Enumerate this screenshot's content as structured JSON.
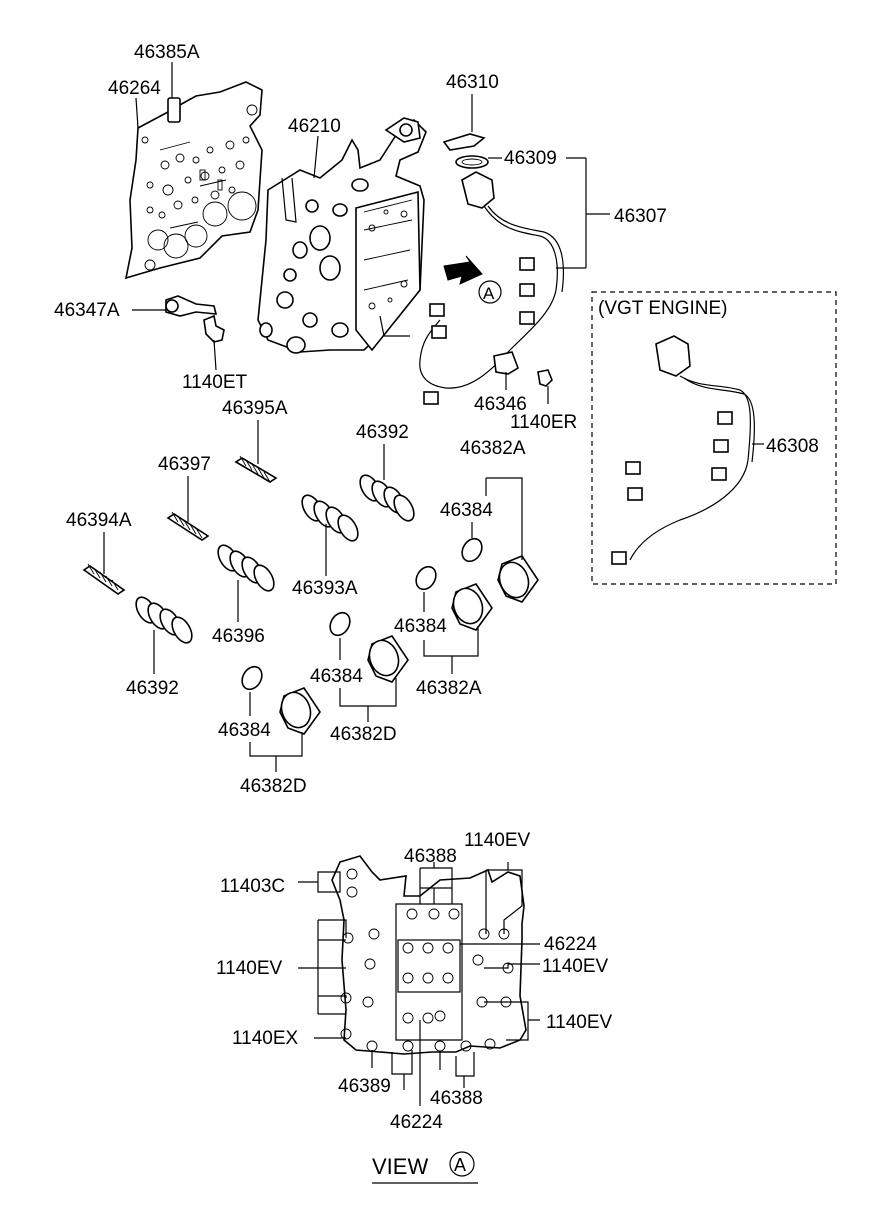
{
  "labels": {
    "p46385A": "46385A",
    "p46264": "46264",
    "p46210": "46210",
    "p46310": "46310",
    "p46309": "46309",
    "p46307": "46307",
    "p46347A": "46347A",
    "p1140ET": "1140ET",
    "p46346": "46346",
    "p1140ER": "1140ER",
    "vgt_title": "(VGT ENGINE)",
    "p46308": "46308",
    "p46395A": "46395A",
    "p46392_top": "46392",
    "p46382A_top": "46382A",
    "p46397": "46397",
    "p46384_a": "46384",
    "p46394A": "46394A",
    "p46393A": "46393A",
    "p46396": "46396",
    "p46384_b": "46384",
    "p46382A_mid": "46382A",
    "p46392_bot": "46392",
    "p46384_c": "46384",
    "p46382D_a": "46382D",
    "p46384_d": "46384",
    "p46382D_b": "46382D",
    "v46388_top": "46388",
    "v1140EV_topright": "1140EV",
    "v11403C": "11403C",
    "v46224_right": "46224",
    "v1140EV_left": "1140EV",
    "v1140EV_right1": "1140EV",
    "v1140EV_right2": "1140EV",
    "v1140EX": "1140EX",
    "v46389": "46389",
    "v46388_bot": "46388",
    "v46224_bot": "46224",
    "view_word": "VIEW",
    "view_letter": "A",
    "arrow_letter": "A"
  }
}
